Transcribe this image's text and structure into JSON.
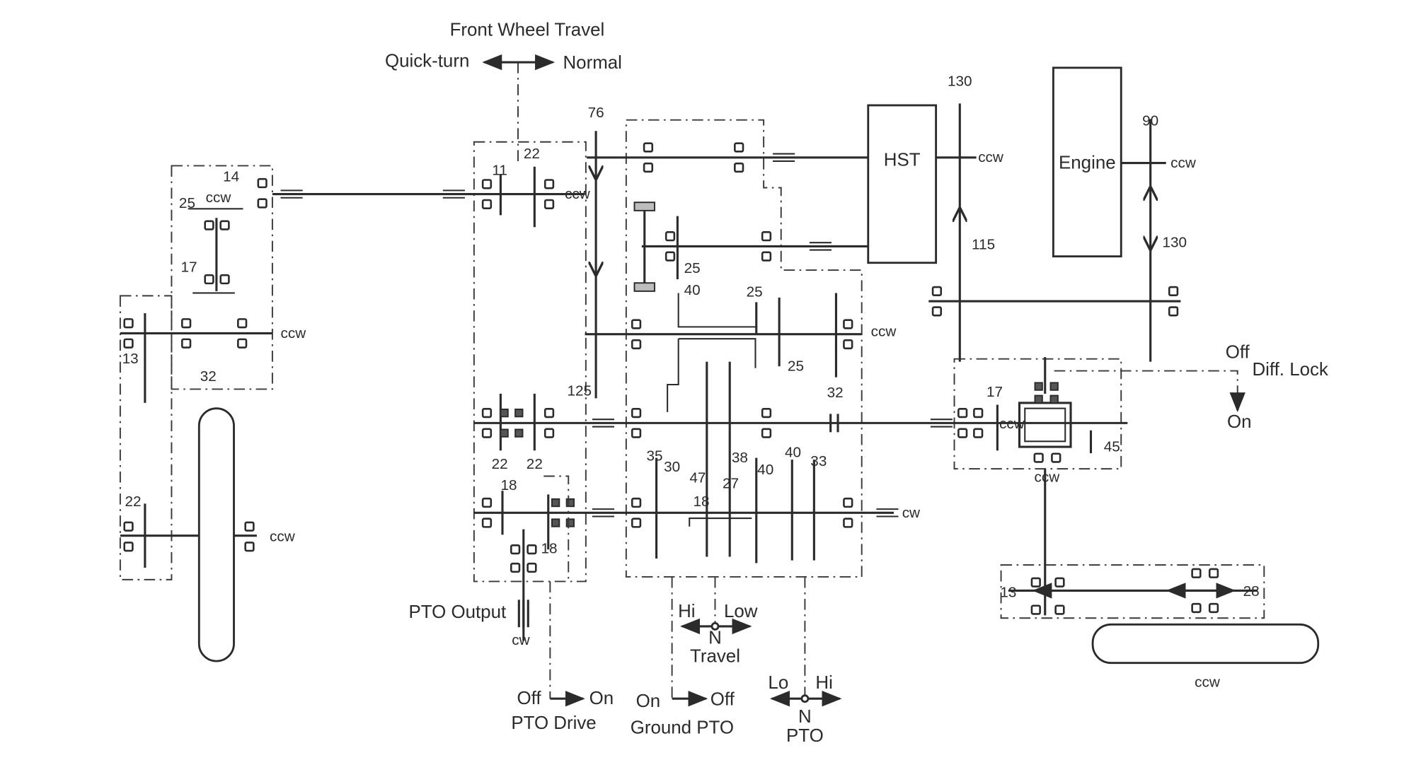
{
  "front_wheel_travel": {
    "title": "Front Wheel Travel",
    "left": "Quick-turn",
    "right": "Normal"
  },
  "components": {
    "hst": "HST",
    "engine": "Engine"
  },
  "gear_numbers": {
    "g76": "76",
    "g130_top": "130",
    "g90": "90",
    "g115": "115",
    "g130_right": "130",
    "g14": "14",
    "g25_left": "25",
    "g17_left": "17",
    "g13_left": "13",
    "g32_left": "32",
    "g22_left": "22",
    "g11": "11",
    "g22_a": "22",
    "g22_b": "22",
    "g22_c": "22",
    "g18_a": "18",
    "g18_b": "18",
    "g125": "125",
    "g25_a": "25",
    "g40_a": "40",
    "g25_b": "25",
    "g25_c": "25",
    "g32_b": "32",
    "g35": "35",
    "g30": "30",
    "g47": "47",
    "g18_c": "18",
    "g38": "38",
    "g27": "27",
    "g40_b": "40",
    "g40_c": "40",
    "g33": "33",
    "g17_right": "17",
    "g45": "45",
    "g13_right": "13",
    "g28": "28"
  },
  "rotations": {
    "ccw_left_top": "ccw",
    "ccw_left_mid": "ccw",
    "ccw_left_bottom": "ccw",
    "ccw_front_shaft": "ccw",
    "ccw_hst": "ccw",
    "ccw_engine": "ccw",
    "ccw_countershaft": "ccw",
    "ccw_diff": "ccw",
    "ccw_diff_bottom": "ccw",
    "cw_pto_shaft": "cw",
    "cw_pto_output": "cw",
    "ccw_rear_wheel": "ccw"
  },
  "diff_lock": {
    "title": "Diff. Lock",
    "off": "Off",
    "on": "On"
  },
  "pto_output": {
    "label": "PTO Output"
  },
  "pto_drive": {
    "title": "PTO Drive",
    "off": "Off",
    "on": "On"
  },
  "ground_pto": {
    "title": "Ground PTO",
    "on": "On",
    "off": "Off"
  },
  "travel": {
    "title": "Travel",
    "hi": "Hi",
    "low": "Low",
    "neutral": "N"
  },
  "pto": {
    "title": "PTO",
    "lo": "Lo",
    "hi": "Hi",
    "neutral": "N"
  }
}
